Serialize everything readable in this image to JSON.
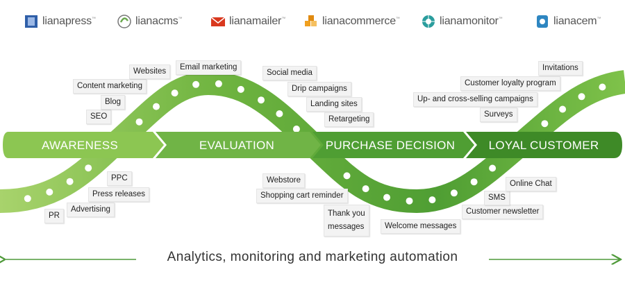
{
  "brands": [
    {
      "prefix": "liana",
      "suffix": "press",
      "icon": "lianapress-logo-icon",
      "color": "#2f5fa8"
    },
    {
      "prefix": "liana",
      "suffix": "cms",
      "icon": "lianacms-logo-icon",
      "color": "#6aa84f"
    },
    {
      "prefix": "liana",
      "suffix": "mailer",
      "icon": "lianamailer-logo-icon",
      "color": "#d9381e"
    },
    {
      "prefix": "liana",
      "suffix": "commerce",
      "icon": "lianacommerce-logo-icon",
      "color": "#f0a020"
    },
    {
      "prefix": "liana",
      "suffix": "monitor",
      "icon": "lianamonitor-logo-icon",
      "color": "#2a9d9d"
    },
    {
      "prefix": "liana",
      "suffix": "cem",
      "icon": "lianacem-logo-icon",
      "color": "#2e86c1"
    }
  ],
  "trademark": "™",
  "stages": [
    "AWARENESS",
    "EVALUATION",
    "PURCHASE DECISION",
    "LOYAL CUSTOMER"
  ],
  "labels": {
    "pr": "PR",
    "advertising": "Advertising",
    "press_releases": "Press releases",
    "ppc": "PPC",
    "seo": "SEO",
    "blog": "Blog",
    "content_marketing": "Content marketing",
    "websites": "Websites",
    "email_marketing": "Email marketing",
    "social_media": "Social media",
    "drip_campaigns": "Drip campaigns",
    "landing_sites": "Landing sites",
    "retargeting": "Retargeting",
    "webstore": "Webstore",
    "shopping_cart_reminder": "Shopping cart reminder",
    "thank_you_line1": "Thank you",
    "thank_you_line2": "messages",
    "welcome_messages": "Welcome messages",
    "customer_newsletter": "Customer newsletter",
    "sms": "SMS",
    "online_chat": "Online Chat",
    "surveys": "Surveys",
    "up_cross_selling": "Up- and cross-selling campaigns",
    "customer_loyalty": "Customer loyalty program",
    "invitations": "Invitations"
  },
  "footer": "Analytics, monitoring and marketing automation",
  "colors": {
    "light_green": "#8cc652",
    "mid_green": "#5cab38",
    "dark_green": "#3e8a27",
    "arrow_green": "#4f9a3a"
  }
}
